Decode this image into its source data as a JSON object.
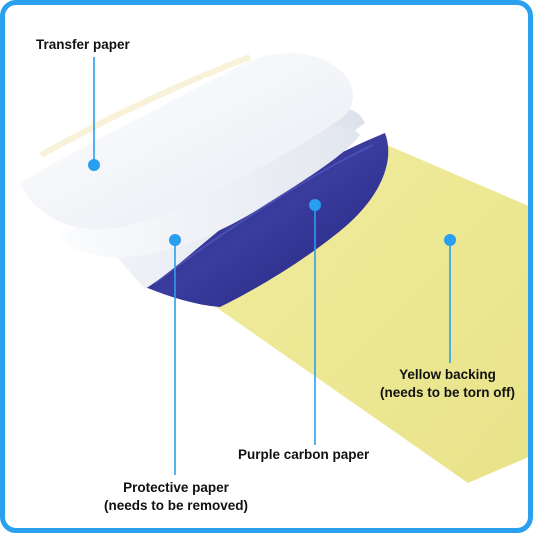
{
  "labels": {
    "transfer_paper": "Transfer paper",
    "purple_carbon_paper": "Purple carbon paper",
    "protective_paper_line1": "Protective paper",
    "protective_paper_line2": "(needs to be removed)",
    "yellow_backing_line1": "Yellow backing",
    "yellow_backing_line2": "(needs to be torn off)"
  },
  "colors": {
    "frame_border": "#2aa0ee",
    "callout_line": "#2a9ef0",
    "yellow_backing": "#eeeb98",
    "purple_carbon": "#2a2b8c",
    "white_paper": "#f4f6fb"
  }
}
